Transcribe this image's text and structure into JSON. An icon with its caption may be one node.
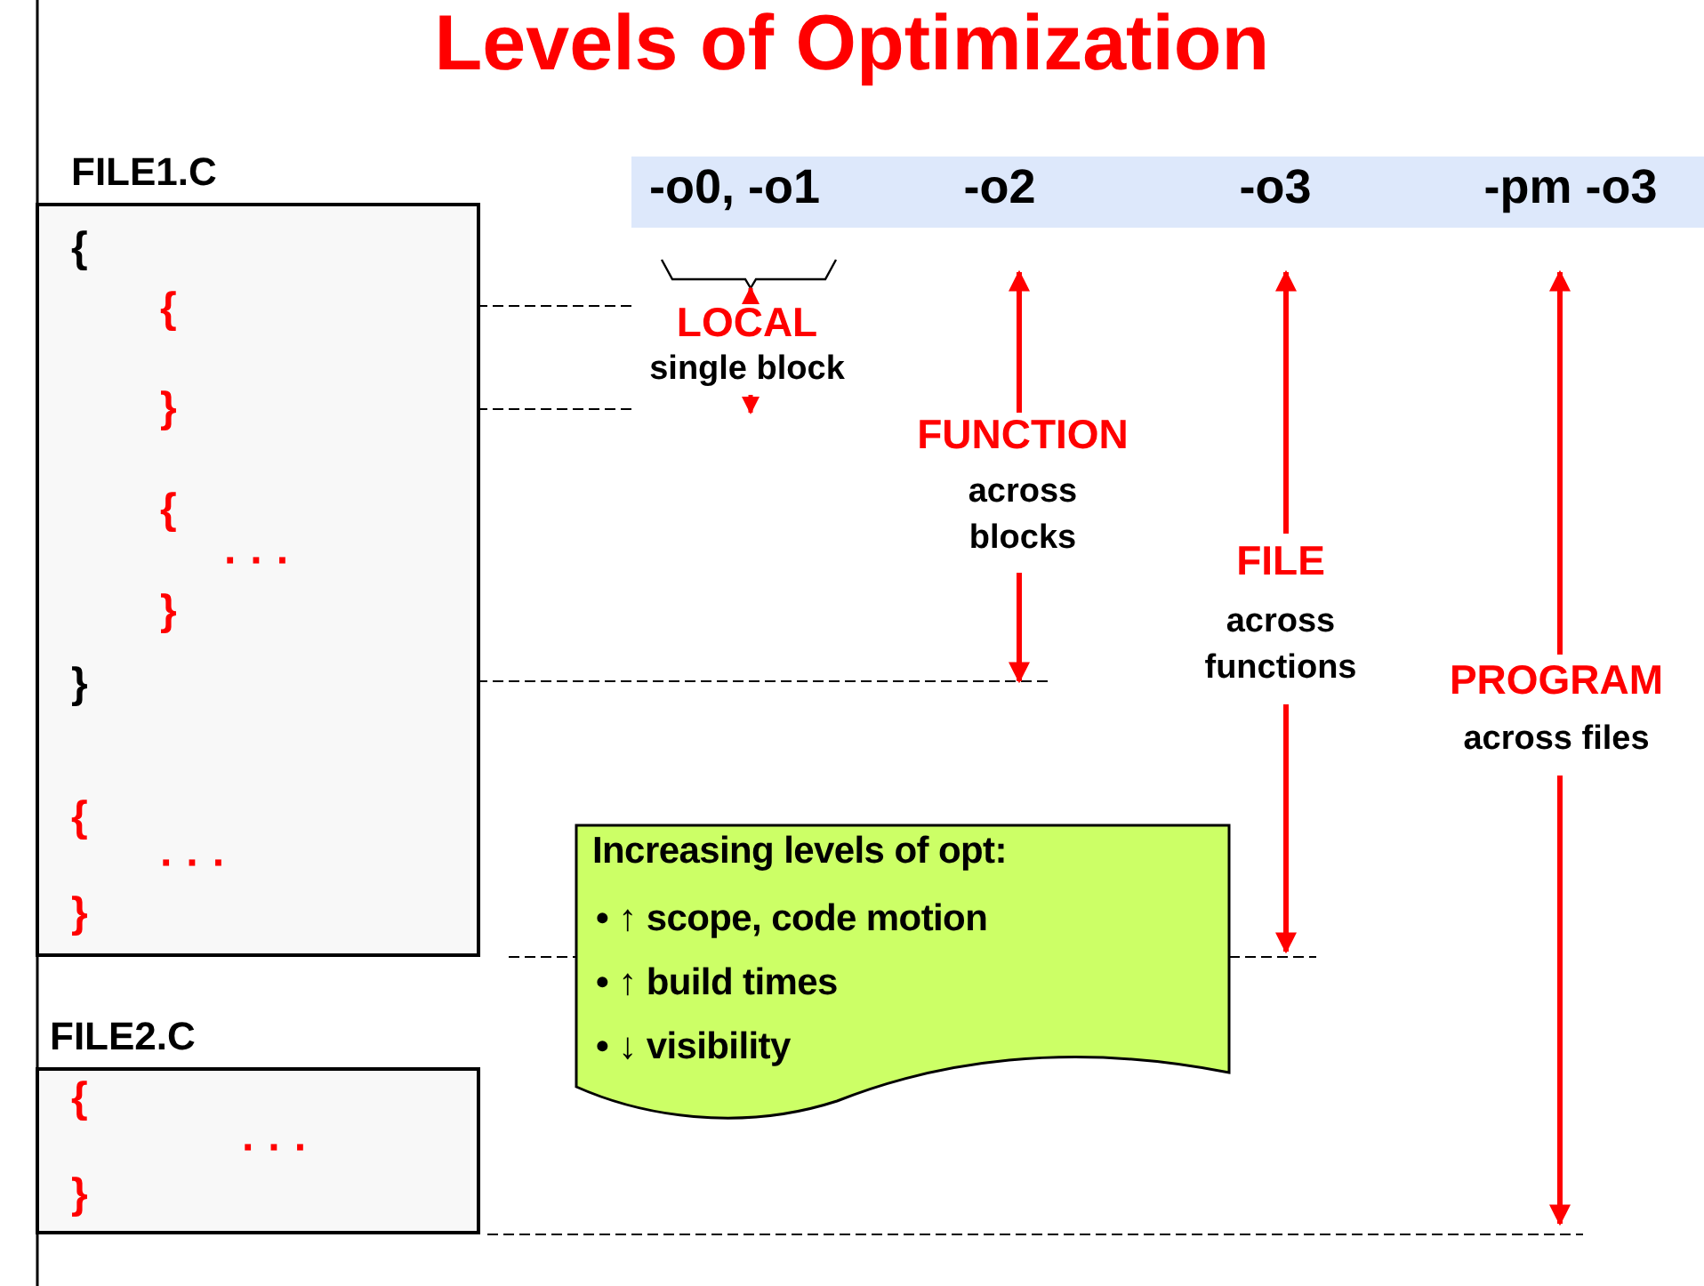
{
  "diagram": {
    "title": "Levels of Optimization",
    "nodes": [
      {
        "text": [
          "FILE1.C",
          "{",
          "{",
          "}",
          "{",
          "· · ·",
          "}",
          "}",
          "{",
          "· · ·",
          "}"
        ]
      },
      {
        "text": [
          "FILE2.C",
          "{",
          "· · ·",
          "}"
        ]
      },
      {
        "text": [
          "-o0, -o1",
          "-o2",
          "-o3",
          "-pm -o3"
        ]
      },
      {
        "text": [
          "Increasing levels of opt:",
          "• ↑ scope, code motion",
          "• ↑ build times",
          "• ↓ visibility"
        ]
      }
    ],
    "labels": [
      "LOCAL",
      "single block",
      "FUNCTION",
      "across blocks",
      "FILE",
      "across functions",
      "PROGRAM",
      "across files"
    ]
  }
}
